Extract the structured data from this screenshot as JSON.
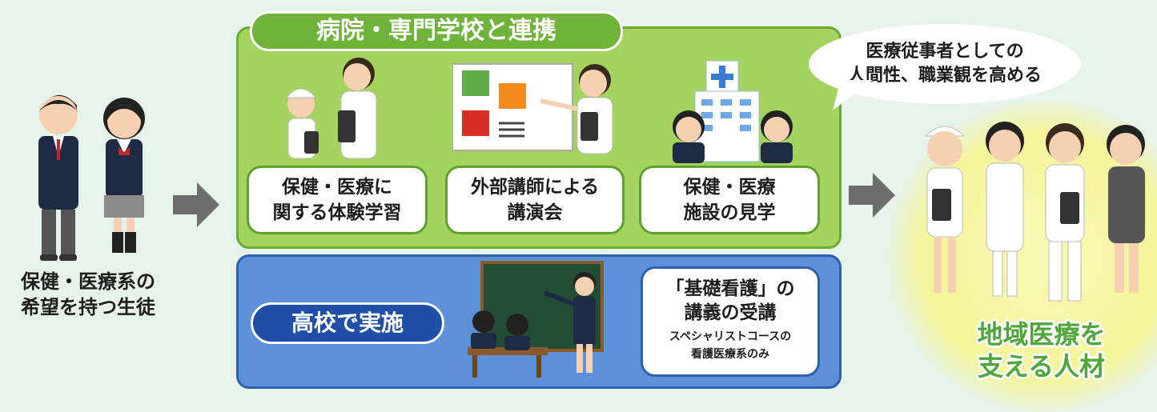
{
  "students": {
    "label_line1": "保健・医療系の",
    "label_line2": "希望を持つ生徒"
  },
  "hospital_panel": {
    "title": "病院・専門学校と連携",
    "activities": [
      {
        "line1": "保健・医療に",
        "line2": "関する体験学習"
      },
      {
        "line1": "外部講師による",
        "line2": "講演会"
      },
      {
        "line1": "保健・医療",
        "line2": "施設の見学"
      }
    ]
  },
  "school_panel": {
    "title": "高校で実施",
    "course": {
      "line1": "「基礎看護」の",
      "line2": "講義の受講",
      "note_line1": "スペシャリストコースの",
      "note_line2": "看護医療系のみ"
    }
  },
  "speech_bubble": {
    "line1": "医療従事者としての",
    "line2": "人間性、職業観を高める"
  },
  "outcome": {
    "line1": "地域医療を",
    "line2": "支える人材"
  },
  "colors": {
    "green_panel": "#a4d35f",
    "green_title": "#6fb33a",
    "blue_panel": "#5c91d8",
    "blue_title": "#1f4fa6",
    "outcome_text": "#4da73a",
    "arrow": "#6d6d6d"
  },
  "icons": [
    "student-boy-icon",
    "student-girl-icon",
    "nurse-icon",
    "teacher-icon",
    "hospital-icon",
    "doctor-icon",
    "arrow-right-icon"
  ]
}
